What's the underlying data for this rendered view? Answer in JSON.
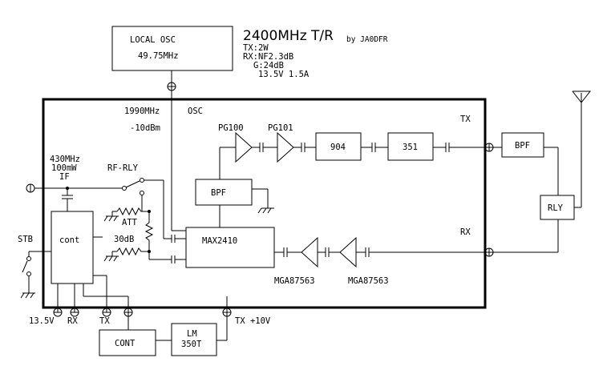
{
  "title": "2400MHz T/R",
  "author": "by JA0DFR",
  "specs": {
    "tx": "TX:2W",
    "rx": "RX:NF2.3dB",
    "gain": "G:24dB",
    "power": "13.5V  1.5A"
  },
  "blocks": {
    "local_osc_line1": "LOCAL OSC",
    "local_osc_line2": "49.75MHz",
    "osc_freq": "1990MHz",
    "osc_label": "OSC",
    "osc_level": "-10dBm",
    "pg100": "PG100",
    "pg101": "PG101",
    "amp904": "904",
    "amp351": "351",
    "bpf_inner": "BPF",
    "bpf_outer": "BPF",
    "rly": "RLY",
    "max2410": "MAX2410",
    "mga1": "MGA87563",
    "mga2": "MGA87563",
    "cont_inner": "cont",
    "cont_outer": "CONT",
    "lm_line1": "LM",
    "lm_line2": "350T",
    "tx_label": "TX",
    "rx_label": "RX"
  },
  "left": {
    "if_line1": "430MHz",
    "if_line2": "100mW",
    "if_line3": "IF",
    "rf_rly": "RF-RLY",
    "att": "ATT",
    "att_db": "30dB",
    "stb": "STB"
  },
  "bottom": {
    "v135": "13.5V",
    "rx": "RX",
    "tx": "TX",
    "tx10": "TX +10V"
  }
}
